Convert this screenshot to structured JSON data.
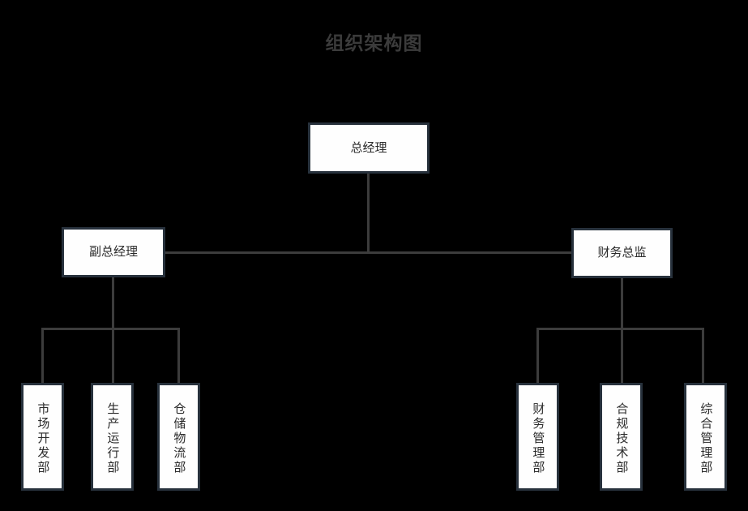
{
  "title": "组织架构图",
  "colors": {
    "background": "#000000",
    "title_text": "#3b3b3b",
    "node_fill": "#fefefe",
    "node_border": "#27313c",
    "node_text": "#2b2b2b",
    "connector": "#3c3c3c"
  },
  "chart_data": {
    "type": "diagram",
    "diagram_type": "organizational-chart",
    "title": "组织架构图",
    "orientation": "top-down",
    "levels": 3,
    "nodes": [
      {
        "id": "gm",
        "label": "总经理",
        "level": 1,
        "parent": null
      },
      {
        "id": "deputy-gm",
        "label": "副总经理",
        "level": 2,
        "parent": "gm"
      },
      {
        "id": "cfo",
        "label": "财务总监",
        "level": 2,
        "parent": "gm"
      },
      {
        "id": "market-dev",
        "label": "市场开发部",
        "level": 3,
        "parent": "deputy-gm"
      },
      {
        "id": "production",
        "label": "生产运行部",
        "level": 3,
        "parent": "deputy-gm"
      },
      {
        "id": "logistics",
        "label": "仓储物流部",
        "level": 3,
        "parent": "deputy-gm"
      },
      {
        "id": "finance-mgmt",
        "label": "财务管理部",
        "level": 3,
        "parent": "cfo"
      },
      {
        "id": "compliance",
        "label": "合规技术部",
        "level": 3,
        "parent": "cfo"
      },
      {
        "id": "general-mgmt",
        "label": "综合管理部",
        "level": 3,
        "parent": "cfo"
      }
    ],
    "edges": [
      {
        "from": "gm",
        "to": "deputy-gm"
      },
      {
        "from": "gm",
        "to": "cfo"
      },
      {
        "from": "deputy-gm",
        "to": "market-dev"
      },
      {
        "from": "deputy-gm",
        "to": "production"
      },
      {
        "from": "deputy-gm",
        "to": "logistics"
      },
      {
        "from": "cfo",
        "to": "finance-mgmt"
      },
      {
        "from": "cfo",
        "to": "compliance"
      },
      {
        "from": "cfo",
        "to": "general-mgmt"
      }
    ]
  },
  "nodes": {
    "gm": {
      "label": "总经理"
    },
    "deputy_gm": {
      "label": "副总经理"
    },
    "cfo": {
      "label": "财务总监"
    },
    "market_dev": {
      "label": "市场开发部"
    },
    "production": {
      "label": "生产运行部"
    },
    "logistics": {
      "label": "仓储物流部"
    },
    "finance_mgmt": {
      "label": "财务管理部"
    },
    "compliance": {
      "label": "合规技术部"
    },
    "general_mgmt": {
      "label": "综合管理部"
    }
  }
}
